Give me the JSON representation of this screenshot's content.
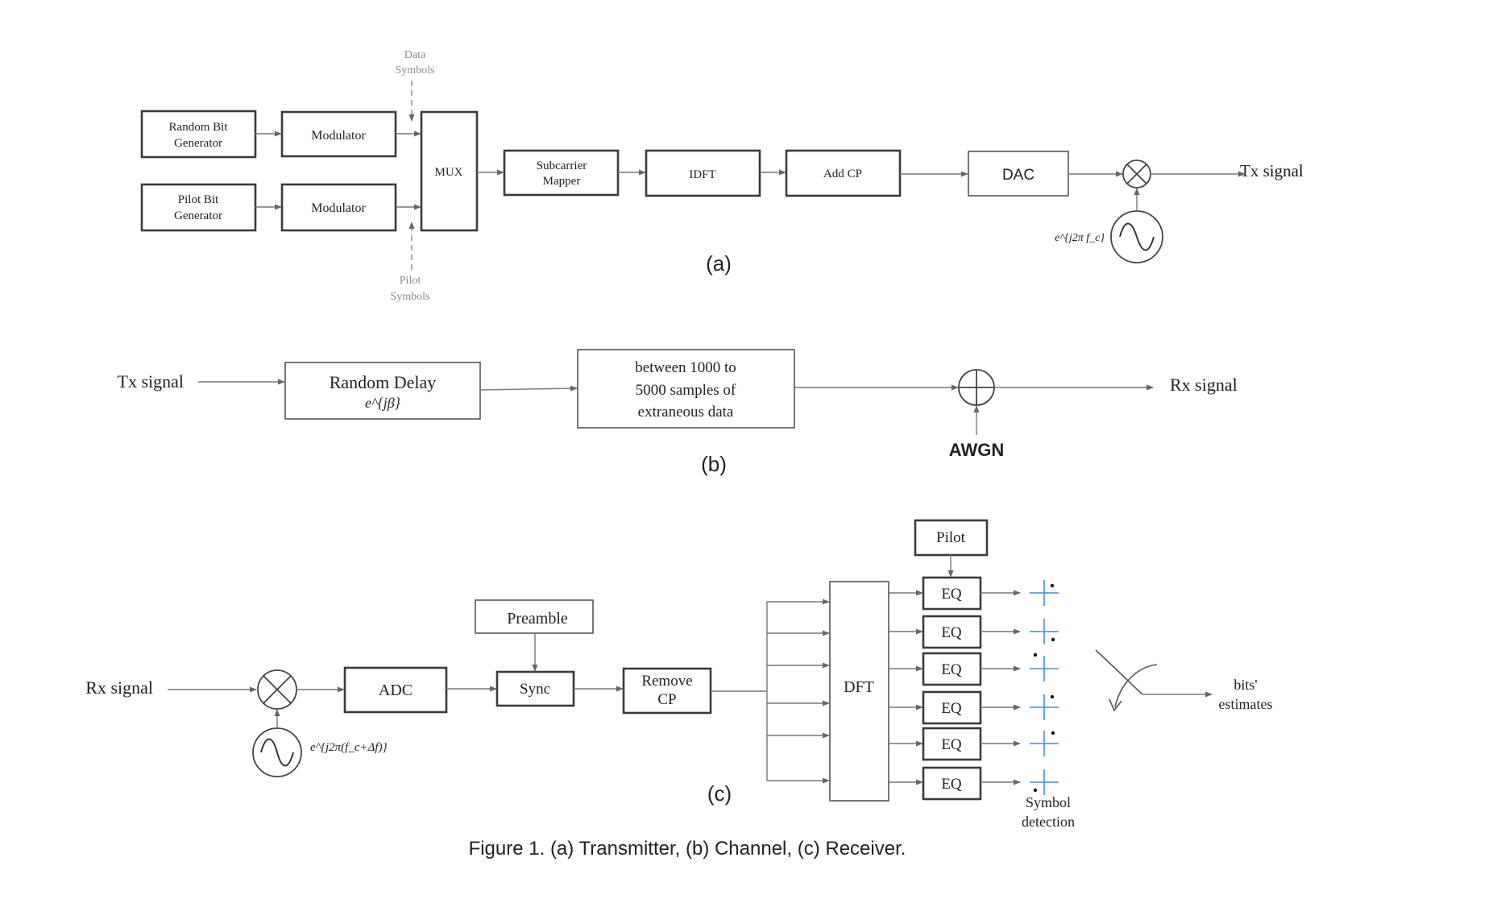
{
  "transmitter": {
    "random_bit_gen": [
      "Random Bit",
      "Generator"
    ],
    "pilot_bit_gen": [
      "Pilot Bit",
      "Generator"
    ],
    "modulator": "Modulator",
    "mux": "MUX",
    "subcarrier_mapper": [
      "Subcarrier",
      "Mapper"
    ],
    "idft": "IDFT",
    "add_cp": "Add CP",
    "dac": "DAC",
    "data_symbols": [
      "Data",
      "Symbols"
    ],
    "pilot_symbols": [
      "Pilot",
      "Symbols"
    ],
    "carrier_label": "e^{j2π f_c}",
    "output": "Tx signal",
    "caption": "(a)"
  },
  "channel": {
    "input": "Tx signal",
    "random_delay": "Random Delay",
    "delay_expr": "e^{jβ}",
    "extraneous": [
      "between 1000 to",
      "5000 samples of",
      "extraneous data"
    ],
    "awgn": "AWGN",
    "output": "Rx signal",
    "caption": "(b)"
  },
  "receiver": {
    "input": "Rx signal",
    "adc": "ADC",
    "preamble": "Preamble",
    "sync": "Sync",
    "remove_cp": [
      "Remove",
      "CP"
    ],
    "dft": "DFT",
    "pilot": "Pilot",
    "eq": "EQ",
    "oscillator_label": "e^{j2π(f_c+Δf)}",
    "symbol_detection": [
      "Symbol",
      "detection"
    ],
    "bits_estimates": [
      "bits'",
      "estimates"
    ],
    "caption": "(c)"
  },
  "figure_caption": "Figure 1. (a) Transmitter, (b) Channel, (c) Receiver."
}
